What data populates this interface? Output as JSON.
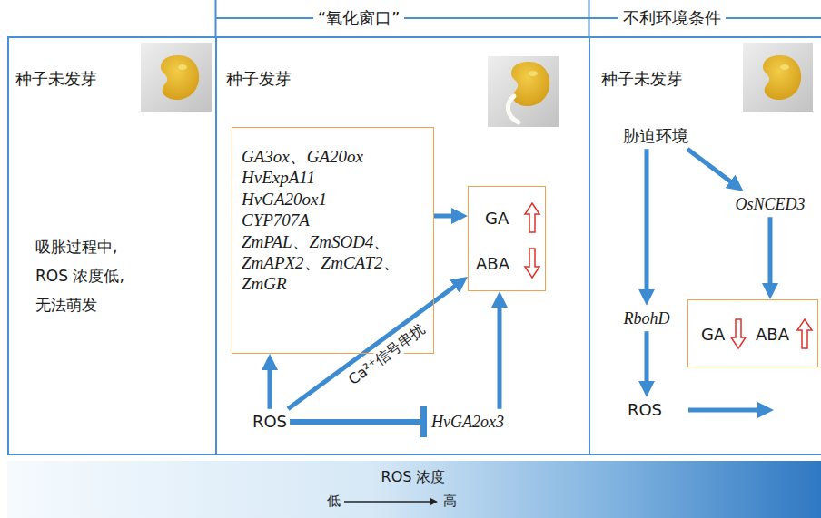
{
  "diagram": {
    "nodes": [
      {
        "text": [
          "种子未发芽",
          "吸胀过程中, ROS 浓度低, 无法萌发"
        ]
      },
      {
        "text": [
          "种子发芽"
        ]
      },
      {
        "text": [
          "GA3ox、GA20ox",
          "HvExpA11",
          "HvGA20ox1",
          "CYP707A",
          "ZmPAL、ZmSOD4、",
          "ZmAPX2、ZmCAT2、",
          "ZmGR"
        ],
        "in": 1
      },
      {
        "text": [
          "GA",
          "ABA"
        ],
        "in": 1
      },
      {
        "text": [
          "ROS"
        ],
        "in": 1
      },
      {
        "text": [
          "HvGA2ox3"
        ],
        "in": 1
      },
      {
        "text": [
          "种子未发芽"
        ]
      },
      {
        "text": [
          "胁迫环境"
        ],
        "in": 6
      },
      {
        "text": [
          "OsNCED3"
        ],
        "in": 6
      },
      {
        "text": [
          "RbohD"
        ],
        "in": 6
      },
      {
        "text": [
          "GA",
          "ABA"
        ],
        "in": 6
      },
      {
        "text": [
          "ROS"
        ],
        "in": 6
      },
      {
        "text": [
          "ROS 浓度",
          "低",
          "高"
        ]
      }
    ],
    "edges": [
      {
        "from": 2,
        "to": 3,
        "arrow": "to"
      },
      {
        "from": 4,
        "to": 2,
        "arrow": "to"
      },
      {
        "from": 4,
        "to": 3,
        "arrow": "to",
        "label": "Ca²⁺信号串扰"
      },
      {
        "from": 4,
        "to": 5,
        "arrow": "to"
      },
      {
        "from": 5,
        "to": 3,
        "arrow": "to"
      },
      {
        "from": 7,
        "to": 8,
        "arrow": "to"
      },
      {
        "from": 7,
        "to": 9,
        "arrow": "to"
      },
      {
        "from": 8,
        "to": 10,
        "arrow": "to"
      },
      {
        "from": 9,
        "to": 11,
        "arrow": "to"
      }
    ],
    "labels": [
      "“氧化窗口”",
      "不利环境条件"
    ]
  }
}
